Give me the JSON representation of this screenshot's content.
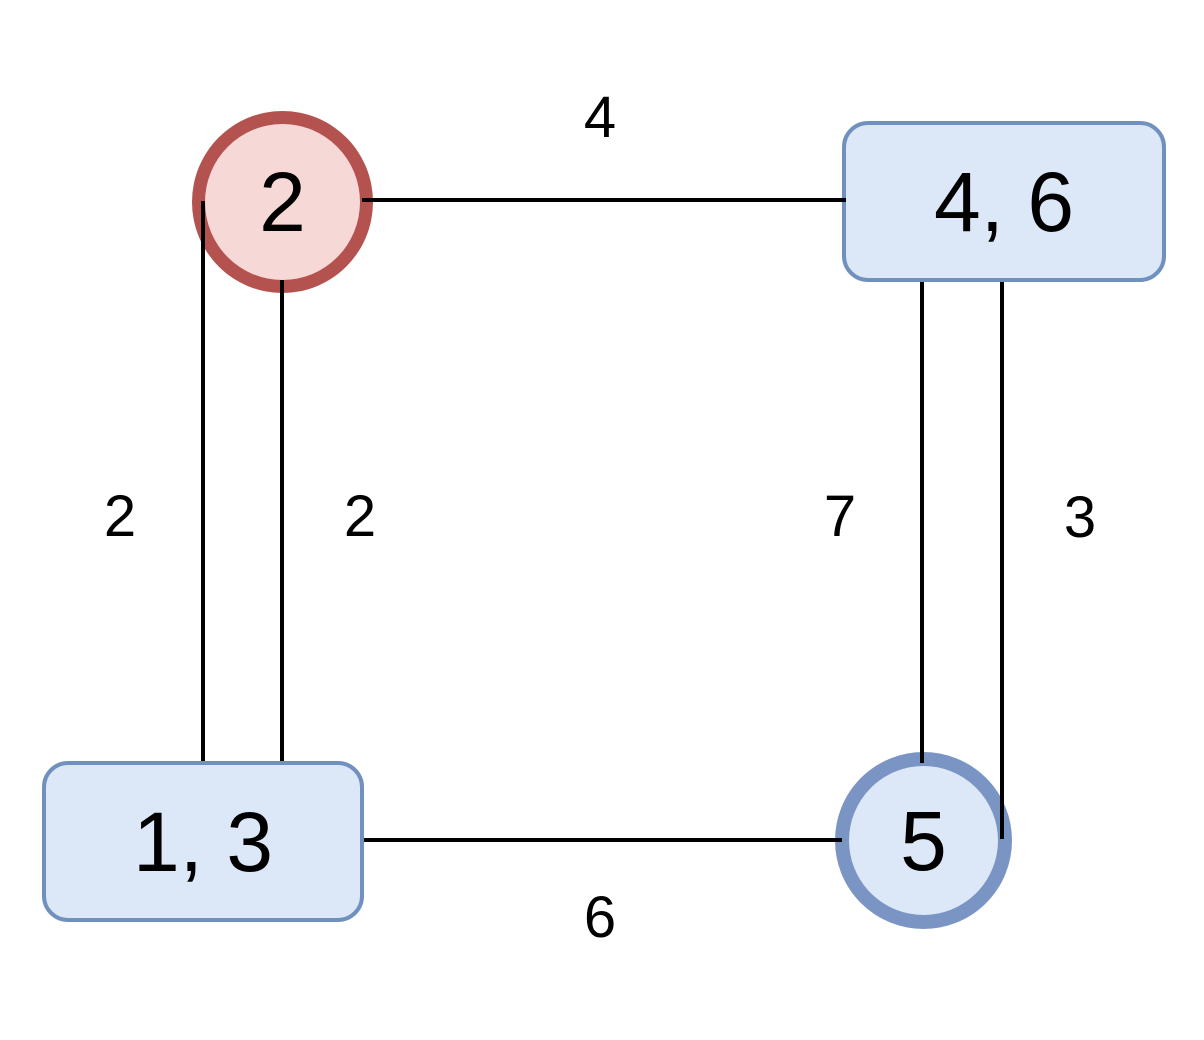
{
  "diagram": {
    "type": "graph",
    "colors": {
      "background": "#ffffff",
      "text": "#000000",
      "edge": "#000000",
      "node_red_border": "#b3524e",
      "node_red_fill": "#f6d8d6",
      "node_blue_border": "#7090be",
      "node_blue_fill": "#dce7f7",
      "node5_ring": "#7a95c4"
    },
    "nodes": [
      {
        "id": "top-left",
        "label": "2",
        "shape": "circle",
        "style": "red-ring",
        "position": "top-left"
      },
      {
        "id": "top-right",
        "label": "4, 6",
        "shape": "rounded-rect",
        "style": "blue",
        "position": "top-right"
      },
      {
        "id": "bottom-left",
        "label": "1, 3",
        "shape": "rounded-rect",
        "style": "blue",
        "position": "bottom-left"
      },
      {
        "id": "bottom-right",
        "label": "5",
        "shape": "circle",
        "style": "blue-ring",
        "position": "bottom-right"
      }
    ],
    "edges": [
      {
        "from": "2",
        "to": "4, 6",
        "weight": "4"
      },
      {
        "from": "1, 3",
        "to": "2",
        "weight": "2"
      },
      {
        "from": "1, 3",
        "to": "2",
        "weight": "2"
      },
      {
        "from": "4, 6",
        "to": "5",
        "weight": "7"
      },
      {
        "from": "4, 6",
        "to": "5",
        "weight": "3"
      },
      {
        "from": "1, 3",
        "to": "5",
        "weight": "6"
      }
    ]
  }
}
